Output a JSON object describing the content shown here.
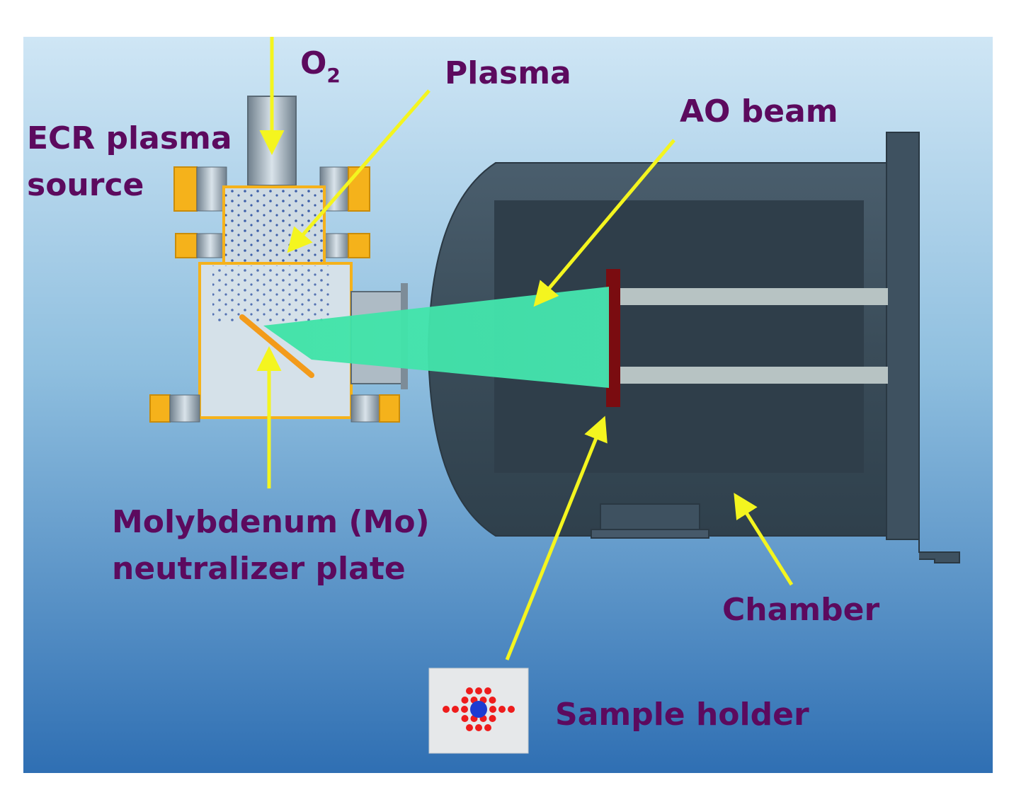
{
  "labels": {
    "o2_main": "O",
    "o2_subscript": "2",
    "plasma": "Plasma",
    "ao_beam": "AO beam",
    "ecr_line1": "ECR plasma",
    "ecr_line2": "source",
    "mo_line1": "Molybdenum (Mo)",
    "mo_line2": "neutralizer plate",
    "chamber": "Chamber",
    "sample_holder": "Sample holder"
  },
  "colors": {
    "background_top": "#cfe6f5",
    "background_bottom": "#2f6fb3",
    "label_text": "#5c0a5e",
    "arrow": "#f4f51f",
    "ao_beam": "#3ee3a6",
    "flange": "#f5b21b",
    "chamber": "#3b4e5c",
    "sample_plate": "#7a0c10",
    "sample_dots": "#ee1c1c",
    "sample_center": "#1d3bd1"
  },
  "sample_holder_pattern": {
    "description_dots": "ring of red holes around a blue center",
    "rows": [
      3,
      4,
      6,
      4,
      3
    ]
  }
}
